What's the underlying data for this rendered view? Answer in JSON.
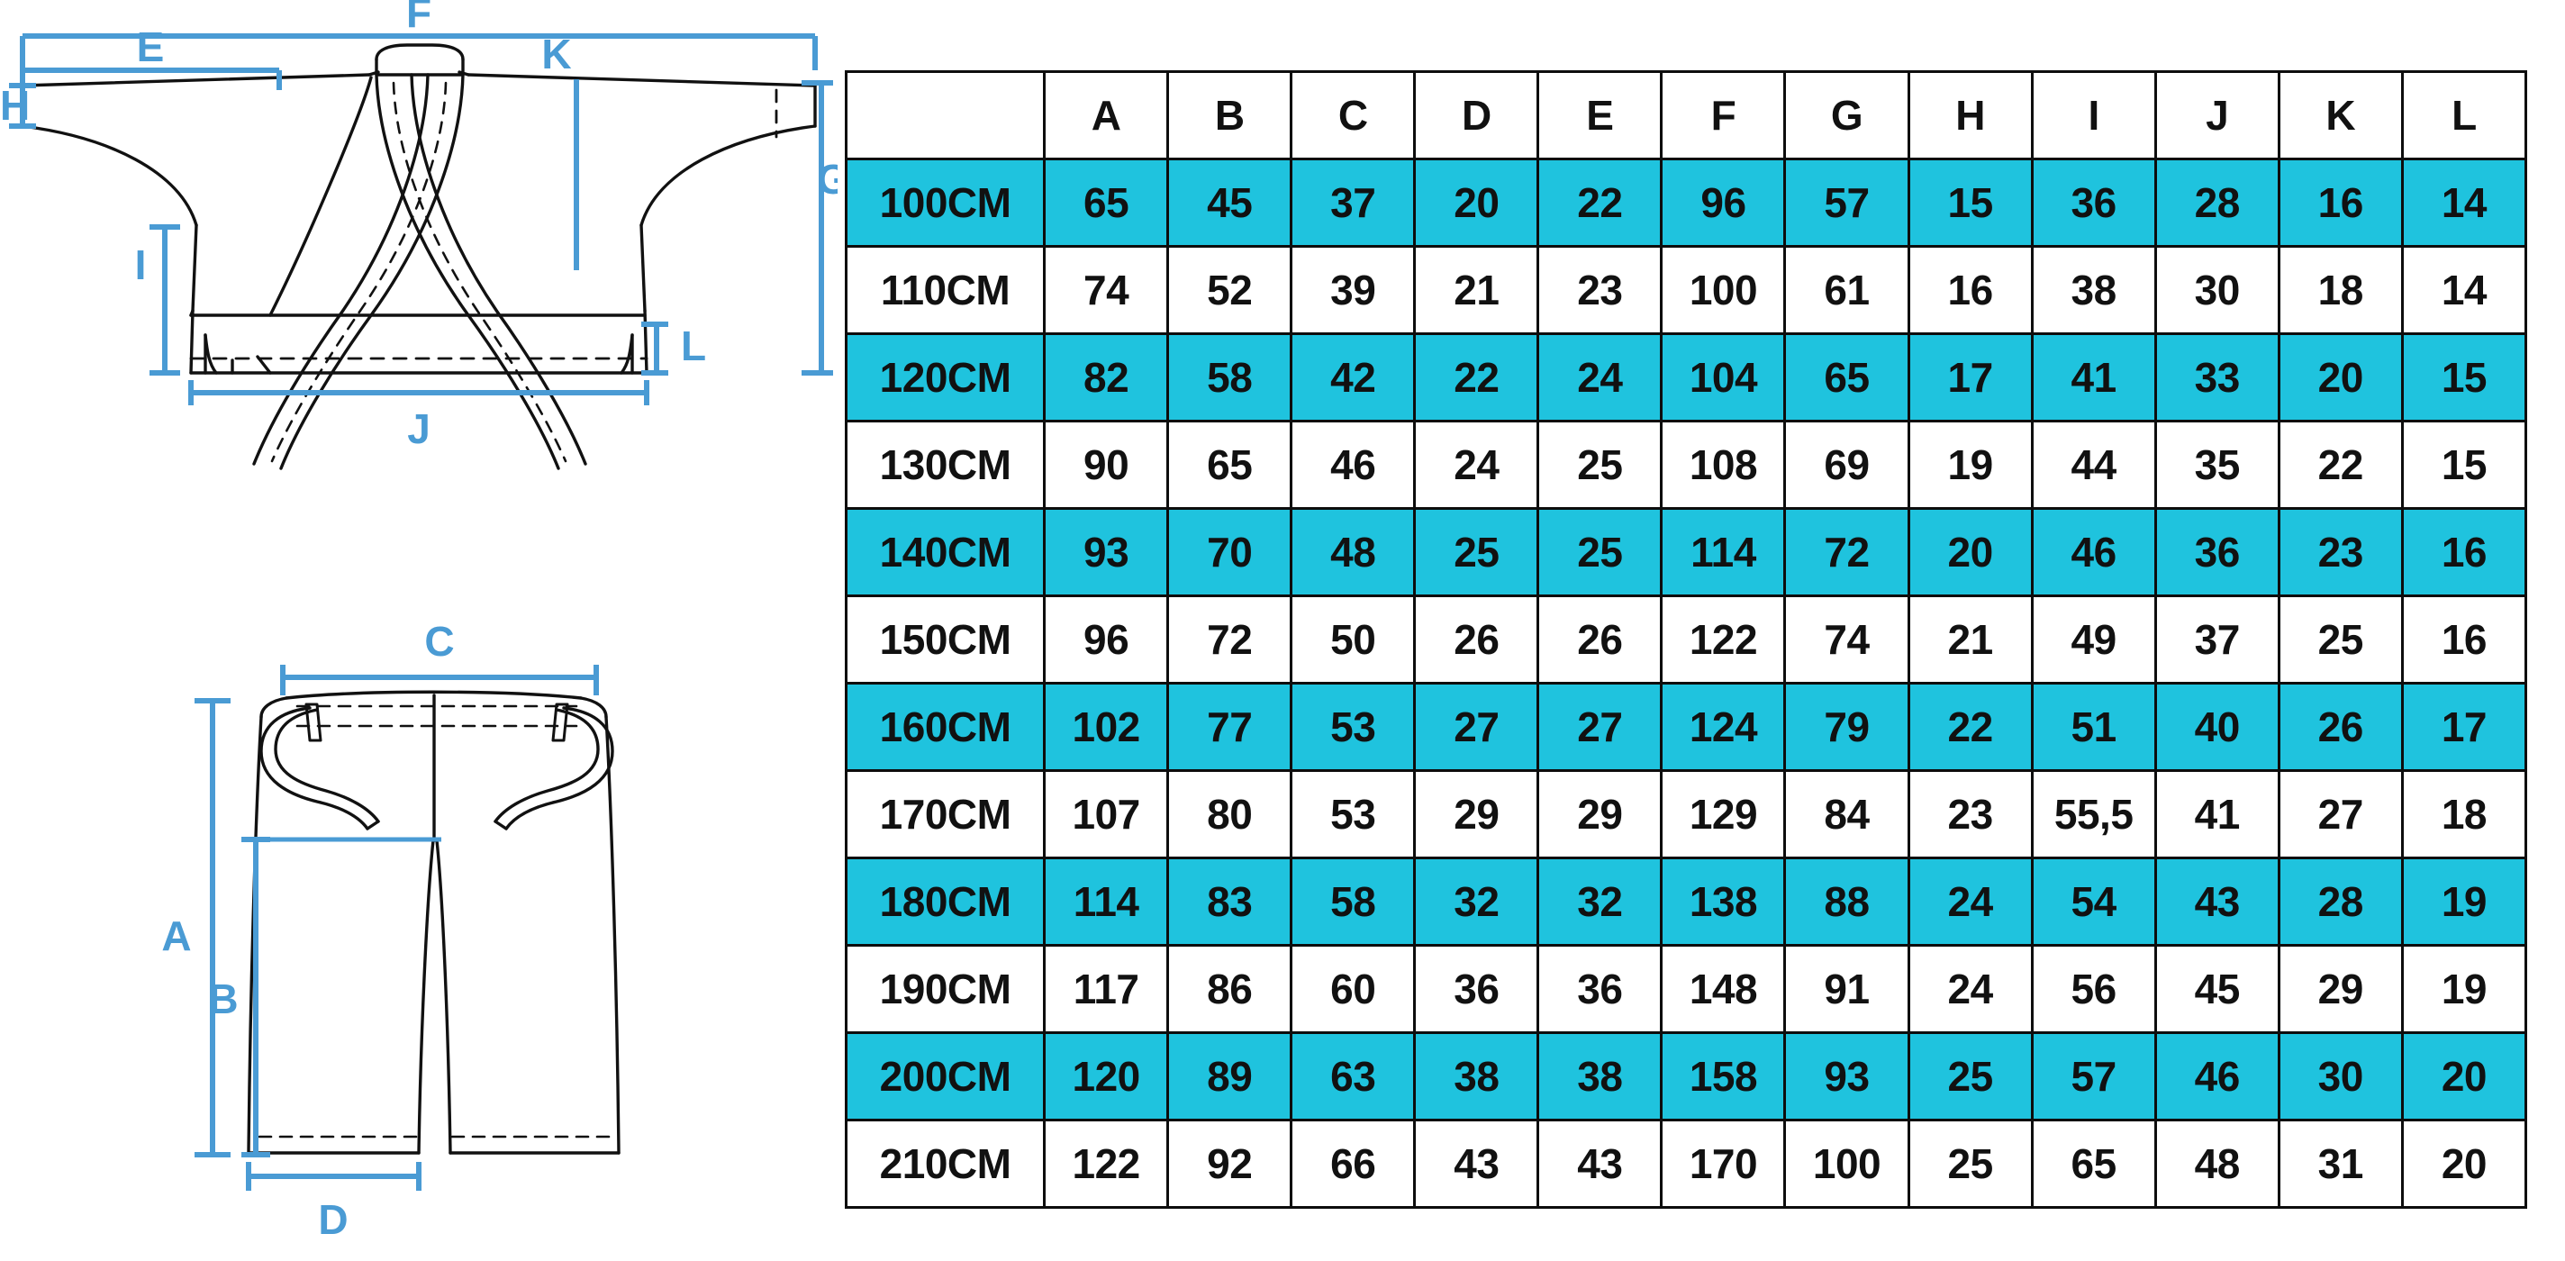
{
  "diagram": {
    "jacket": {
      "name": "karate-jacket-technical-drawing",
      "dimension_labels": [
        "F",
        "E",
        "K",
        "H",
        "G",
        "I",
        "L",
        "J"
      ]
    },
    "pants": {
      "name": "karate-pants-technical-drawing",
      "dimension_labels": [
        "C",
        "A",
        "B",
        "D"
      ]
    },
    "label_color": "#4a9bd4",
    "outline_color": "#111111"
  },
  "table": {
    "corner_label": "",
    "columns": [
      "A",
      "B",
      "C",
      "D",
      "E",
      "F",
      "G",
      "H",
      "I",
      "J",
      "K",
      "L"
    ],
    "row_highlight_color": "#1fc3de",
    "row_plain_color": "#ffffff",
    "rows": [
      {
        "size": "100CM",
        "highlight": true,
        "values": [
          "65",
          "45",
          "37",
          "20",
          "22",
          "96",
          "57",
          "15",
          "36",
          "28",
          "16",
          "14"
        ]
      },
      {
        "size": "110CM",
        "highlight": false,
        "values": [
          "74",
          "52",
          "39",
          "21",
          "23",
          "100",
          "61",
          "16",
          "38",
          "30",
          "18",
          "14"
        ]
      },
      {
        "size": "120CM",
        "highlight": true,
        "values": [
          "82",
          "58",
          "42",
          "22",
          "24",
          "104",
          "65",
          "17",
          "41",
          "33",
          "20",
          "15"
        ]
      },
      {
        "size": "130CM",
        "highlight": false,
        "values": [
          "90",
          "65",
          "46",
          "24",
          "25",
          "108",
          "69",
          "19",
          "44",
          "35",
          "22",
          "15"
        ]
      },
      {
        "size": "140CM",
        "highlight": true,
        "values": [
          "93",
          "70",
          "48",
          "25",
          "25",
          "114",
          "72",
          "20",
          "46",
          "36",
          "23",
          "16"
        ]
      },
      {
        "size": "150CM",
        "highlight": false,
        "values": [
          "96",
          "72",
          "50",
          "26",
          "26",
          "122",
          "74",
          "21",
          "49",
          "37",
          "25",
          "16"
        ]
      },
      {
        "size": "160CM",
        "highlight": true,
        "values": [
          "102",
          "77",
          "53",
          "27",
          "27",
          "124",
          "79",
          "22",
          "51",
          "40",
          "26",
          "17"
        ]
      },
      {
        "size": "170CM",
        "highlight": false,
        "values": [
          "107",
          "80",
          "53",
          "29",
          "29",
          "129",
          "84",
          "23",
          "55,5",
          "41",
          "27",
          "18"
        ]
      },
      {
        "size": "180CM",
        "highlight": true,
        "values": [
          "114",
          "83",
          "58",
          "32",
          "32",
          "138",
          "88",
          "24",
          "54",
          "43",
          "28",
          "19"
        ]
      },
      {
        "size": "190CM",
        "highlight": false,
        "values": [
          "117",
          "86",
          "60",
          "36",
          "36",
          "148",
          "91",
          "24",
          "56",
          "45",
          "29",
          "19"
        ]
      },
      {
        "size": "200CM",
        "highlight": true,
        "values": [
          "120",
          "89",
          "63",
          "38",
          "38",
          "158",
          "93",
          "25",
          "57",
          "46",
          "30",
          "20"
        ]
      },
      {
        "size": "210CM",
        "highlight": false,
        "values": [
          "122",
          "92",
          "66",
          "43",
          "43",
          "170",
          "100",
          "25",
          "65",
          "48",
          "31",
          "20"
        ]
      }
    ]
  }
}
